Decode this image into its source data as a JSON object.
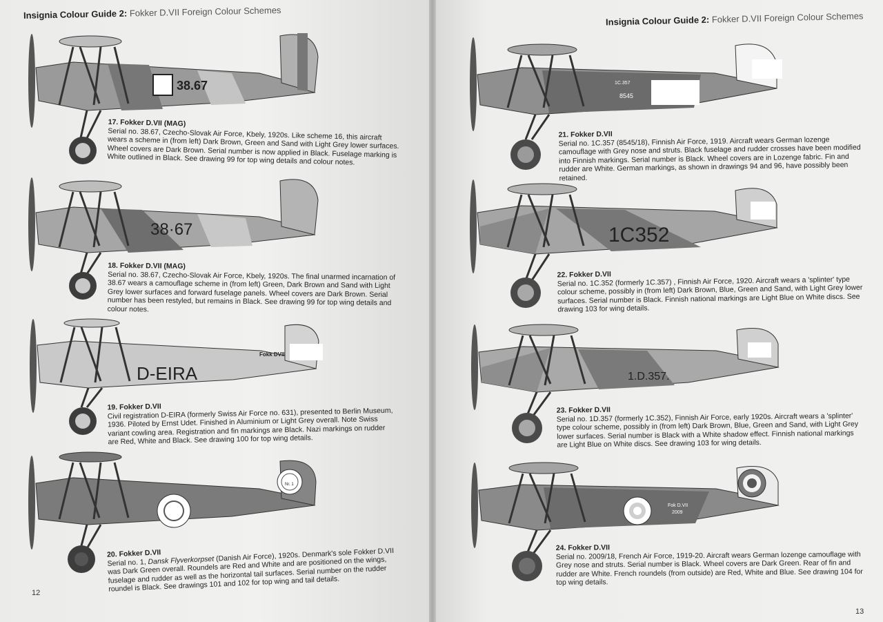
{
  "left_page": {
    "header_bold": "Insignia Colour Guide 2:",
    "header_rest": "Fokker D.VII Foreign Colour Schemes",
    "page_number": "12",
    "profiles": [
      {
        "serial_marking": "38.67",
        "title": "17. Fokker D.VII (MAG)",
        "text": "Serial no. 38.67, Czecho-Slovak Air Force, Kbely, 1920s. Like scheme 16, this aircraft wears a scheme in (from left) Dark Brown, Green and Sand with Light Grey lower surfaces. Wheel covers are Dark Brown. Serial number is now applied in Black. Fuselage marking is White outlined in Black. See drawing 99 for top wing details and colour notes."
      },
      {
        "serial_marking": "38·67",
        "title": "18. Fokker D.VII (MAG)",
        "text": "Serial no. 38.67, Czecho-Slovak Air Force, Kbely, 1920s. The final unarmed incarnation of 38.67 wears a camouflage scheme in (from left) Green, Dark Brown and Sand with Light Grey lower surfaces and forward fuselage panels. Wheel covers are Dark Brown. Serial number has been restyled, but remains in Black. See drawing 99 for top wing details and colour notes."
      },
      {
        "serial_marking": "D-EIRA",
        "fin_text": "Fokk DVII",
        "title": "19. Fokker D.VII",
        "text": "Civil registration D-EIRA (formerly Swiss Air Force no. 631), presented to Berlin Museum, 1936. Piloted by Ernst Udet. Finished in Aluminium or Light Grey overall. Note Swiss variant cowling area. Registration and fin markings are Black. Nazi markings on rudder are Red, White and Black. See drawing 100 for top wing details."
      },
      {
        "serial_marking": "",
        "fin_text": "Nr. 1",
        "title": "20. Fokker D.VII",
        "text_pre": "Serial no. 1, ",
        "text_italic": "Dansk Flyverkorpset",
        "text_post": " (Danish Air Force), 1920s. Denmark's sole Fokker D.VII was Dark Green overall. Roundels are Red and White and are positioned on the wings, fuselage and rudder as well as the horizontal tail surfaces. Serial number on the rudder roundel is Black. See drawings 101 and 102 for top wing and tail details."
      }
    ]
  },
  "right_page": {
    "header_bold": "Insignia Colour Guide 2:",
    "header_rest": "Fokker D.VII Foreign Colour Schemes",
    "page_number": "13",
    "profiles": [
      {
        "serial_marking": "8545",
        "fuselage_small": "1C.357",
        "title": "21. Fokker D.VII",
        "text": "Serial no. 1C.357 (8545/18), Finnish Air Force, 1919. Aircraft wears German lozenge camouflage with Grey nose and struts. Black fuselage and rudder crosses have been modified into Finnish markings. Serial number is Black. Wheel covers are in Lozenge fabric. Fin and rudder are White. German markings, as shown in drawings 94 and 96, have possibly been retained."
      },
      {
        "serial_marking": "1C352",
        "title": "22. Fokker D.VII",
        "text": "Serial no. 1C.352 (formerly 1C.357) , Finnish Air Force, 1920. Aircraft wears a 'splinter' type colour scheme, possibly in (from left) Dark Brown, Blue, Green and Sand, with Light Grey lower surfaces. Serial number is Black. Finnish national markings are Light Blue on White discs. See drawing 103 for wing details."
      },
      {
        "serial_marking": "1.D.357.",
        "title": "23. Fokker D.VII",
        "text": "Serial no. 1D.357 (formerly 1C.352), Finnish Air Force, early 1920s. Aircraft wears a 'splinter' type colour scheme, possibly in (from left) Dark Brown, Blue, Green and Sand, with Light Grey lower surfaces. Serial number is Black with a White shadow effect. Finnish national markings are Light Blue on White discs. See drawing 103 for wing details."
      },
      {
        "serial_marking": "Fok D.VII",
        "fuselage_small": "2009",
        "title": "24. Fokker D.VII",
        "text": "Serial no. 2009/18, French Air Force, 1919-20. Aircraft wears German lozenge camouflage with Grey nose and struts. Serial number is Black. Wheel covers are Dark Green. Rear of fin and rudder are White. French roundels (from outside) are Red, White and Blue. See drawing 104 for top wing details."
      }
    ]
  },
  "colors": {
    "ink": "#222222",
    "light_grey": "#b9b9b9",
    "mid_grey": "#8f8f8f",
    "dark_grey": "#6a6a6a",
    "lozenge": "#7c7c7c"
  }
}
